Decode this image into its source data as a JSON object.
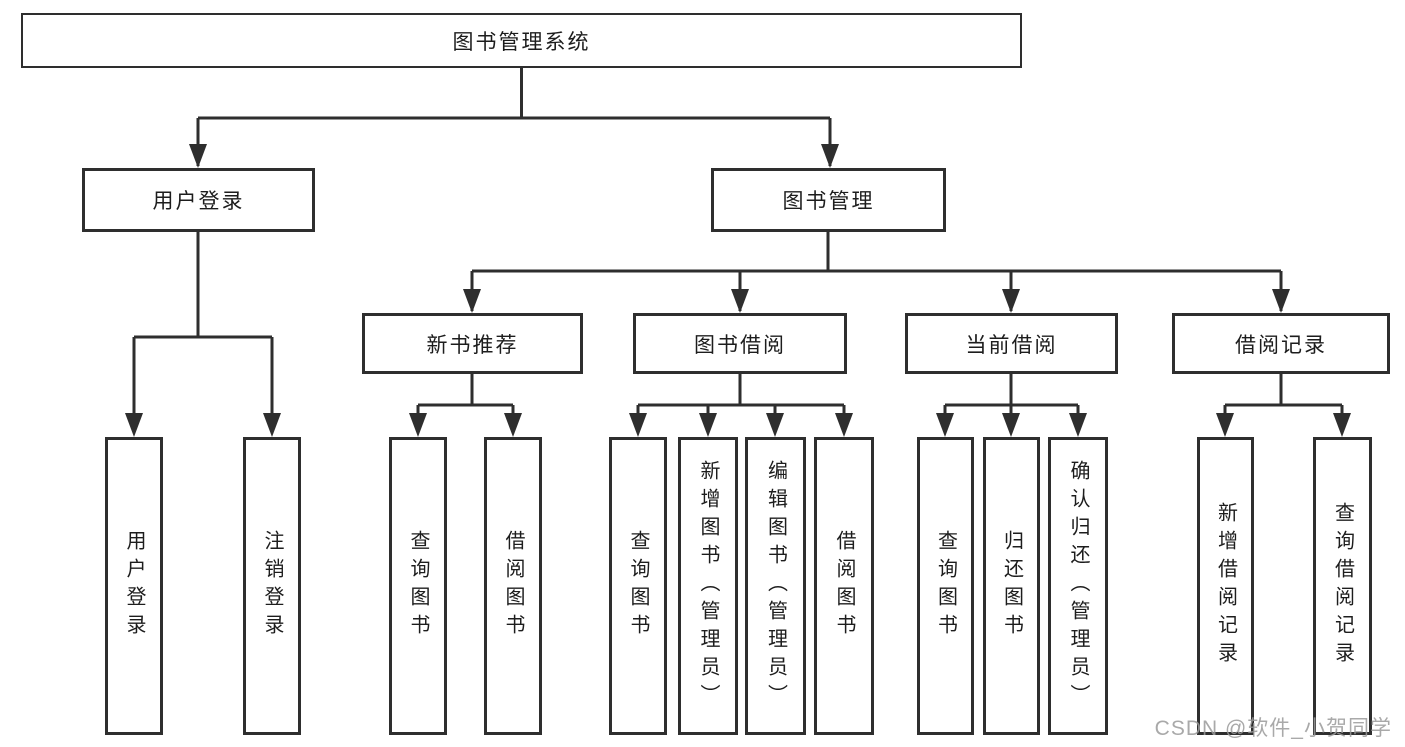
{
  "tree": {
    "root": {
      "label": "图书管理系统",
      "children": [
        {
          "label": "用户登录",
          "children": [
            {
              "label": "用户登录"
            },
            {
              "label": "注销登录"
            }
          ]
        },
        {
          "label": "图书管理",
          "children": [
            {
              "label": "新书推荐",
              "children": [
                {
                  "label": "查询图书"
                },
                {
                  "label": "借阅图书"
                }
              ]
            },
            {
              "label": "图书借阅",
              "children": [
                {
                  "label": "查询图书"
                },
                {
                  "label": "新增图书（管理员）"
                },
                {
                  "label": "编辑图书（管理员）"
                },
                {
                  "label": "借阅图书"
                }
              ]
            },
            {
              "label": "当前借阅",
              "children": [
                {
                  "label": "查询图书"
                },
                {
                  "label": "归还图书"
                },
                {
                  "label": "确认归还（管理员）"
                }
              ]
            },
            {
              "label": "借阅记录",
              "children": [
                {
                  "label": "新增借阅记录"
                },
                {
                  "label": "查询借阅记录"
                }
              ]
            }
          ]
        }
      ]
    }
  },
  "watermark": {
    "text": "CSDN @软件_小贺同学"
  },
  "colors": {
    "line": "#2e2e2e",
    "text": "#1d1d1d",
    "watermark": "#9a9a9a",
    "background": "#ffffff"
  }
}
